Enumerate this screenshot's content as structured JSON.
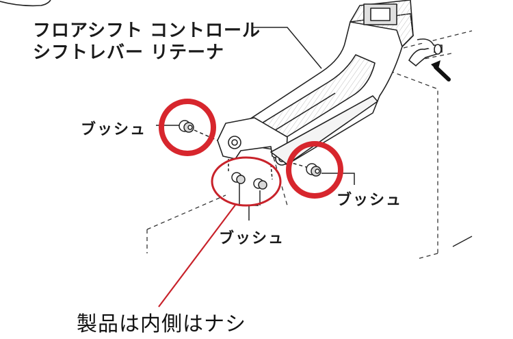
{
  "labels": {
    "part_name_line1": "フロアシフト コントロール",
    "part_name_line2": "シフトレバー リテーナ",
    "bush_left": "ブッシュ",
    "bush_right": "ブッシュ",
    "bush_bottom": "ブッシュ"
  },
  "note": {
    "text": "製品は内側はナシ"
  },
  "colors": {
    "highlight_circle": "#d7262d",
    "note_circle": "#c8222a",
    "line_art": "#222222"
  },
  "icons": {
    "direction_arrow": "arrow-up-left-icon"
  }
}
